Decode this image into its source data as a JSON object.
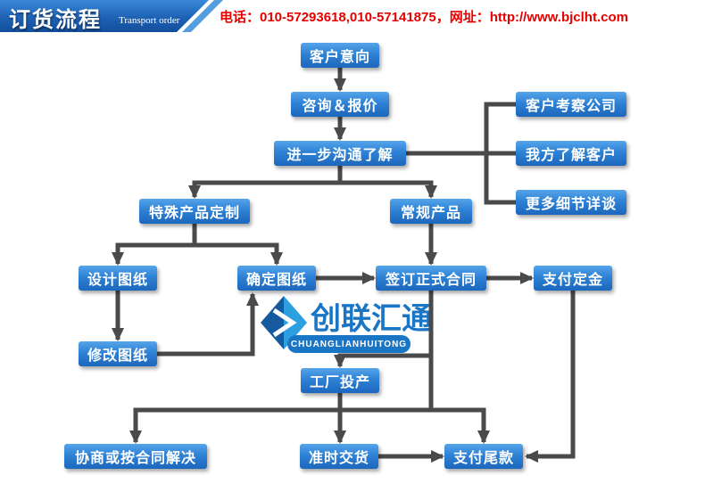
{
  "header": {
    "title": "订货流程",
    "subtitle": "Transport order",
    "contact": "电话：010-57293618,010-57141875，网址：http://www.bjclht.com"
  },
  "logo": {
    "name_cn": "创联汇通",
    "name_en": "CHUANGLIANHUITONG"
  },
  "colors": {
    "header_blue": "#1e62b4",
    "node_blue": "#2e82d5",
    "arrow_gray": "#4a4a4a",
    "contact_red": "#e60000",
    "logo_blue": "#1a75c5",
    "logo_light_blue": "#2b9fe0",
    "logo_dark_blue": "#155a9e"
  },
  "flow": {
    "nodes": [
      {
        "id": "customer-intent",
        "label": "客户意向"
      },
      {
        "id": "consult-quote",
        "label": "咨询＆报价"
      },
      {
        "id": "further-communication",
        "label": "进一步沟通了解"
      },
      {
        "id": "customer-visit-company",
        "label": "客户考察公司"
      },
      {
        "id": "we-know-customer",
        "label": "我方了解客户"
      },
      {
        "id": "more-details-talk",
        "label": "更多细节详谈"
      },
      {
        "id": "special-product-custom",
        "label": "特殊产品定制"
      },
      {
        "id": "regular-product",
        "label": "常规产品"
      },
      {
        "id": "design-drawing",
        "label": "设计图纸"
      },
      {
        "id": "confirm-drawing",
        "label": "确定图纸"
      },
      {
        "id": "sign-formal-contract",
        "label": "签订正式合同"
      },
      {
        "id": "pay-deposit",
        "label": "支付定金"
      },
      {
        "id": "modify-drawing",
        "label": "修改图纸"
      },
      {
        "id": "factory-production",
        "label": "工厂投产"
      },
      {
        "id": "negotiate-or-resolve-by-contract",
        "label": "协商或按合同解决"
      },
      {
        "id": "on-time-delivery",
        "label": "准时交货"
      },
      {
        "id": "pay-balance",
        "label": "支付尾款"
      }
    ]
  }
}
